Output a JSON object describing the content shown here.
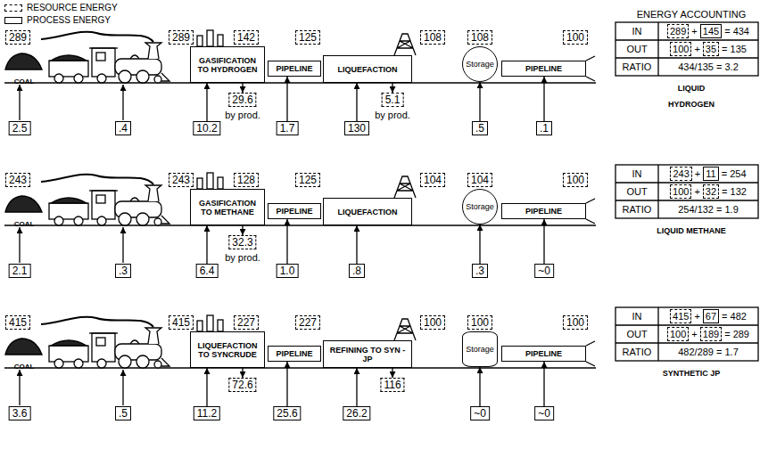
{
  "diagram": {
    "nodes": [
      {
        "text": [
          "289"
        ]
      },
      {
        "text": [
          "289"
        ]
      },
      {
        "text": [
          "142"
        ]
      },
      {
        "text": [
          "125"
        ]
      },
      {
        "text": [
          "108"
        ]
      },
      {
        "text": [
          "108"
        ]
      },
      {
        "text": [
          "100"
        ]
      },
      {
        "text": [
          "GASIFICATION TO HYDROGEN"
        ]
      },
      {
        "text": [
          "PIPELINE"
        ]
      },
      {
        "text": [
          "LIQUEFACTION"
        ]
      },
      {
        "text": [
          "Storage"
        ]
      },
      {
        "text": [
          "PIPELINE"
        ]
      },
      {
        "text": [
          "29.6"
        ]
      },
      {
        "text": [
          "5.1"
        ]
      },
      {
        "text": [
          "2.5"
        ]
      },
      {
        "text": [
          ".4"
        ]
      },
      {
        "text": [
          "10.2"
        ]
      },
      {
        "text": [
          "1.7"
        ]
      },
      {
        "text": [
          "130"
        ]
      },
      {
        "text": [
          ".5"
        ]
      },
      {
        "text": [
          ".1"
        ]
      },
      {
        "text": [
          "243"
        ]
      },
      {
        "text": [
          "243"
        ]
      },
      {
        "text": [
          "128"
        ]
      },
      {
        "text": [
          "125"
        ]
      },
      {
        "text": [
          "104"
        ]
      },
      {
        "text": [
          "104"
        ]
      },
      {
        "text": [
          "100"
        ]
      },
      {
        "text": [
          "GASIFICATION TO METHANE"
        ]
      },
      {
        "text": [
          "PIPELINE"
        ]
      },
      {
        "text": [
          "LIQUEFACTION"
        ]
      },
      {
        "text": [
          "Storage"
        ]
      },
      {
        "text": [
          "PIPELINE"
        ]
      },
      {
        "text": [
          "32.3"
        ]
      },
      {
        "text": [
          "2.1"
        ]
      },
      {
        "text": [
          ".3"
        ]
      },
      {
        "text": [
          "6.4"
        ]
      },
      {
        "text": [
          "1.0"
        ]
      },
      {
        "text": [
          ".8"
        ]
      },
      {
        "text": [
          ".3"
        ]
      },
      {
        "text": [
          "~0"
        ]
      },
      {
        "text": [
          "415"
        ]
      },
      {
        "text": [
          "415"
        ]
      },
      {
        "text": [
          "227"
        ]
      },
      {
        "text": [
          "227"
        ]
      },
      {
        "text": [
          "100"
        ]
      },
      {
        "text": [
          "100"
        ]
      },
      {
        "text": [
          "100"
        ]
      },
      {
        "text": [
          "LIQUEFACTION TO SYNCRUDE"
        ]
      },
      {
        "text": [
          "PIPELINE"
        ]
      },
      {
        "text": [
          "REFINING TO SYN - JP"
        ]
      },
      {
        "text": [
          "Storage"
        ]
      },
      {
        "text": [
          "PIPELINE"
        ]
      },
      {
        "text": [
          "72.6"
        ]
      },
      {
        "text": [
          "116"
        ]
      },
      {
        "text": [
          "3.6"
        ]
      },
      {
        "text": [
          ".5"
        ]
      },
      {
        "text": [
          "11.2"
        ]
      },
      {
        "text": [
          "25.6"
        ]
      },
      {
        "text": [
          "26.2"
        ]
      },
      {
        "text": [
          "~0"
        ]
      },
      {
        "text": [
          "~0"
        ]
      }
    ],
    "edges": [
      {
        "from": 7,
        "to": 12,
        "arrow": "to"
      },
      {
        "from": 9,
        "to": 13,
        "arrow": "to"
      },
      {
        "from": 16,
        "to": 7,
        "arrow": "to"
      },
      {
        "from": 17,
        "to": 8,
        "arrow": "to"
      },
      {
        "from": 18,
        "to": 9,
        "arrow": "to"
      },
      {
        "from": 19,
        "to": 10,
        "arrow": "to"
      },
      {
        "from": 20,
        "to": 11,
        "arrow": "to"
      },
      {
        "from": 28,
        "to": 33,
        "arrow": "to"
      },
      {
        "from": 36,
        "to": 28,
        "arrow": "to"
      },
      {
        "from": 37,
        "to": 29,
        "arrow": "to"
      },
      {
        "from": 38,
        "to": 30,
        "arrow": "to"
      },
      {
        "from": 39,
        "to": 31,
        "arrow": "to"
      },
      {
        "from": 40,
        "to": 32,
        "arrow": "to"
      },
      {
        "from": 48,
        "to": 53,
        "arrow": "to"
      },
      {
        "from": 50,
        "to": 54,
        "arrow": "to"
      },
      {
        "from": 57,
        "to": 48,
        "arrow": "to"
      },
      {
        "from": 58,
        "to": 49,
        "arrow": "to"
      },
      {
        "from": 59,
        "to": 50,
        "arrow": "to"
      },
      {
        "from": 60,
        "to": 51,
        "arrow": "to"
      },
      {
        "from": 61,
        "to": 52,
        "arrow": "to"
      }
    ],
    "labels": [
      "ENERGY ACCOUNTING",
      "COAL",
      "by prod.",
      "by prod.",
      "IN",
      "289",
      "+",
      "145",
      "= 434",
      "OUT",
      "100",
      "+",
      "35",
      "= 135",
      "RATIO",
      "434/135",
      "= 3.2",
      "LIQUID HYDROGEN",
      "COAL",
      "by prod.",
      "IN",
      "243",
      "+",
      "11",
      "= 254",
      "OUT",
      "100",
      "+",
      "32",
      "= 132",
      "RATIO",
      "254/132",
      "= 1.9",
      "LIQUID METHANE",
      "COAL",
      "IN",
      "415",
      "+",
      "67",
      "= 482",
      "OUT",
      "100",
      "+",
      "189",
      "= 289",
      "RATIO",
      "482/289",
      "= 1.7",
      "SYNTHETIC JP"
    ],
    "legend": [
      {
        "text": "RESOURCE ENERGY"
      },
      {
        "text": "PROCESS ENERGY"
      }
    ]
  }
}
